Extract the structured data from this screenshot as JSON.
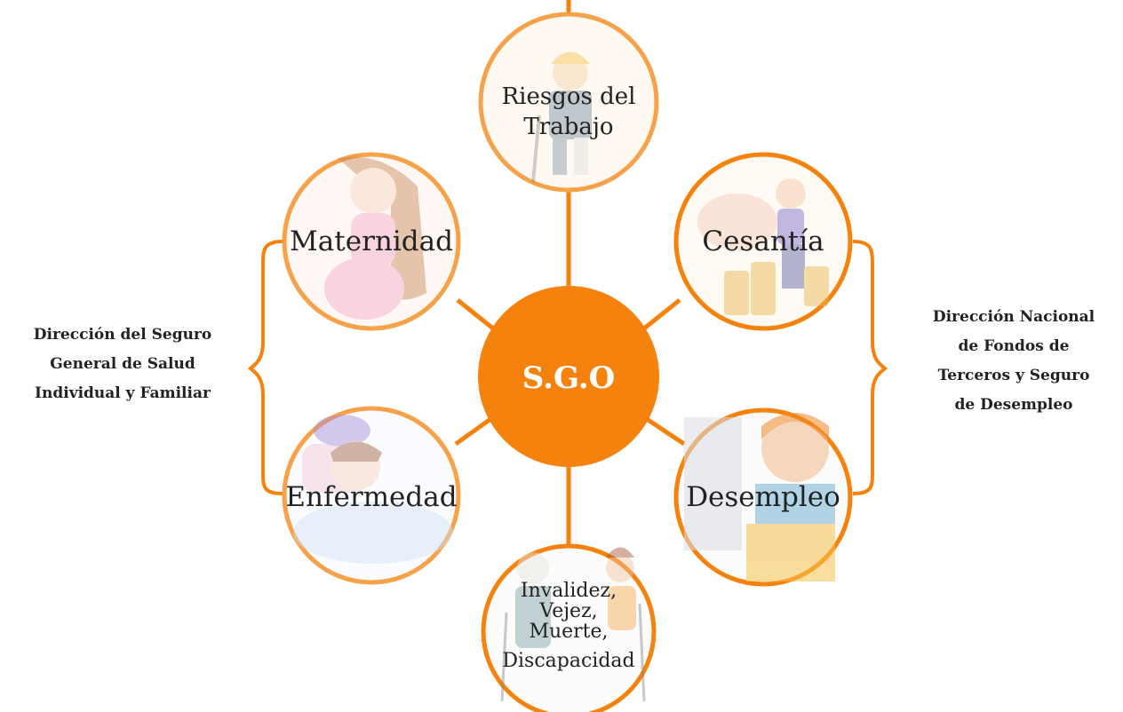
{
  "center": {
    "label": "S.G.O"
  },
  "nodes": [
    {
      "id": "riesgos",
      "lines": [
        "Riesgos del",
        "Trabajo"
      ],
      "image": "injured-worker-illustration"
    },
    {
      "id": "maternidad",
      "lines": [
        "Maternidad"
      ],
      "image": "pregnant-woman-illustration"
    },
    {
      "id": "cesantia",
      "lines": [
        "Cesantía"
      ],
      "image": "piggy-bank-coins-illustration"
    },
    {
      "id": "enfermedad",
      "lines": [
        "Enfermedad"
      ],
      "image": "sick-child-in-bed-illustration"
    },
    {
      "id": "desempleo",
      "lines": [
        "Desempleo"
      ],
      "image": "unemployed-man-with-box-illustration"
    },
    {
      "id": "invalidez",
      "lines": [
        "Invalidez,",
        "Vejez,",
        "Muerte,",
        "Discapacidad"
      ],
      "image": "elderly-and-amputee-illustration"
    }
  ],
  "left_group": {
    "label_lines": [
      "Dirección del Seguro",
      "General de Salud",
      "Individual y Familiar"
    ]
  },
  "right_group": {
    "label_lines": [
      "Dirección Nacional",
      "de Fondos de",
      "Terceros y Seguro",
      "de Desempleo"
    ]
  },
  "colors": {
    "accent": "#f5820d",
    "center_text": "#ffffff",
    "ring": "#f7a148",
    "node_text": "#222222",
    "bracket": "#f5820d"
  }
}
